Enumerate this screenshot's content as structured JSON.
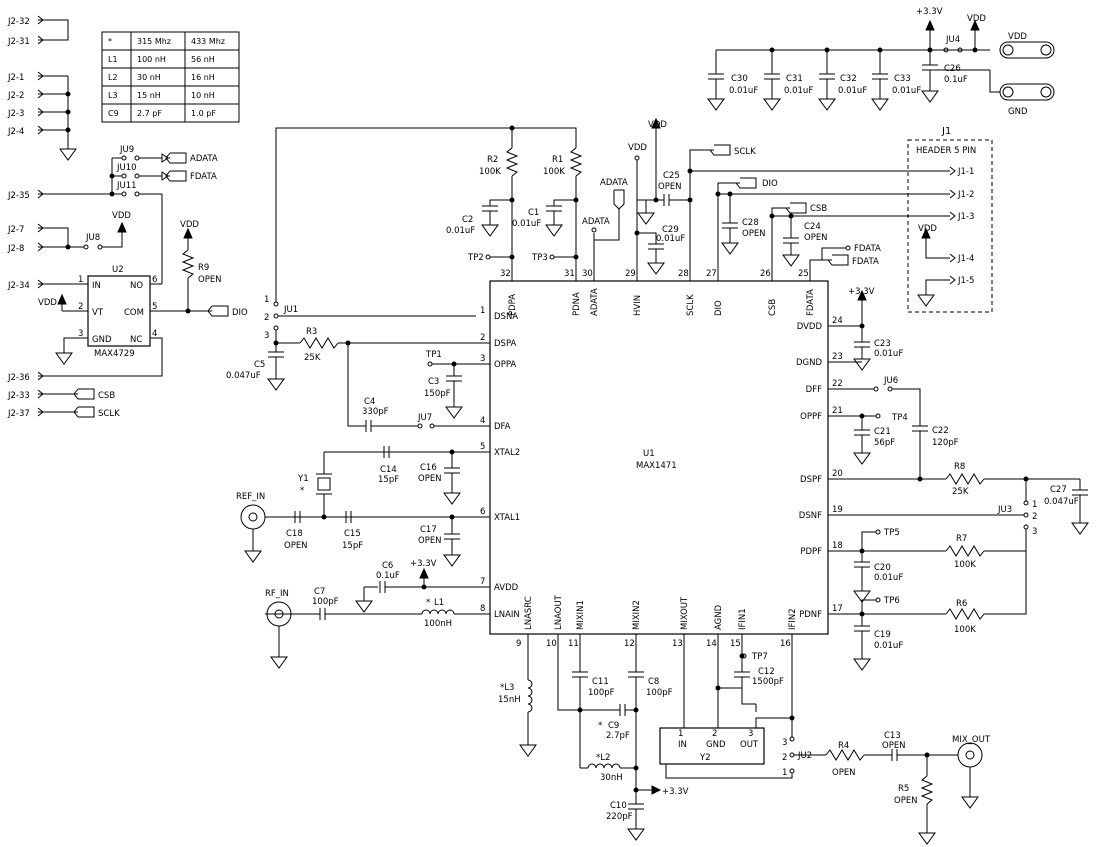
{
  "connector_labels": {
    "j2_32": "J2-32",
    "j2_31": "J2-31",
    "j2_1": "J2-1",
    "j2_2": "J2-2",
    "j2_3": "J2-3",
    "j2_4": "J2-4",
    "j2_35": "J2-35",
    "j2_7": "J2-7",
    "j2_8": "J2-8",
    "j2_34": "J2-34",
    "j2_36": "J2-36",
    "j2_33": "J2-33",
    "j2_37": "J2-37"
  },
  "component_table": {
    "header": [
      "*",
      "315 Mhz",
      "433 Mhz"
    ],
    "rows": [
      [
        "L1",
        "100 nH",
        "56 nH"
      ],
      [
        "L2",
        "30 nH",
        "16 nH"
      ],
      [
        "L3",
        "15 nH",
        "10 nH"
      ],
      [
        "C9",
        "2.7 pF",
        "1.0 pF"
      ]
    ]
  },
  "u2": {
    "name": "U2",
    "part": "MAX4729",
    "pins": {
      "in": "IN",
      "vt": "VT",
      "gnd": "GND",
      "no": "NO",
      "com": "COM",
      "nc": "NC"
    },
    "pin_numbers": {
      "in": "1",
      "vt": "2",
      "gnd": "3",
      "nc": "4",
      "com": "5",
      "no": "6"
    }
  },
  "u1": {
    "name": "U1",
    "part": "MAX1471",
    "left_pins": [
      "DSNA",
      "DSPA",
      "OPPA",
      "DFA",
      "XTAL2",
      "XTAL1",
      "AVDD",
      "LNAIN"
    ],
    "left_nums": [
      "1",
      "2",
      "3",
      "4",
      "5",
      "6",
      "7",
      "8"
    ],
    "top_pins": [
      "PDPA",
      "PDNA",
      "ADATA",
      "HVIN",
      "SCLK",
      "DIO",
      "CSB",
      "FDATA"
    ],
    "top_nums": [
      "32",
      "31",
      "30",
      "29",
      "28",
      "27",
      "26",
      "25"
    ],
    "right_pins": [
      "DVDD",
      "DGND",
      "DFF",
      "OPPF",
      "DSPF",
      "DSNF",
      "PDPF",
      "PDNF"
    ],
    "right_nums": [
      "24",
      "23",
      "22",
      "21",
      "20",
      "19",
      "18",
      "17"
    ],
    "bottom_pins": [
      "LNASRC",
      "LNAOUT",
      "MIXIN1",
      "MIXIN2",
      "MIXOUT",
      "AGND",
      "IFIN1",
      "IFIN2"
    ],
    "bottom_nums": [
      "9",
      "10",
      "11",
      "12",
      "13",
      "14",
      "15",
      "16"
    ]
  },
  "y2": {
    "name": "Y2",
    "pins": [
      "IN",
      "GND",
      "OUT"
    ],
    "nums": [
      "1",
      "2",
      "3"
    ]
  },
  "net_labels": {
    "vdd": "VDD",
    "v33": "+3.3V",
    "adata": "ADATA",
    "fdata": "FDATA",
    "dio": "DIO",
    "sclk": "SCLK",
    "csb": "CSB",
    "gnd": "GND",
    "ref_in": "REF_IN",
    "rf_in": "RF_IN",
    "mix_out": "MIX_OUT"
  },
  "header": {
    "ref": "J1",
    "title": "HEADER 5 PIN",
    "pins": [
      "J1-1",
      "J1-2",
      "J1-3",
      "J1-4",
      "J1-5"
    ]
  },
  "jumpers": {
    "ju1": "JU1",
    "ju2": "JU2",
    "ju3": "JU3",
    "ju4": "JU4",
    "ju6": "JU6",
    "ju7": "JU7",
    "ju8": "JU8",
    "ju9": "JU9",
    "ju10": "JU10",
    "ju11": "JU11"
  },
  "test_points": {
    "tp1": "TP1",
    "tp2": "TP2",
    "tp3": "TP3",
    "tp4": "TP4",
    "tp5": "TP5",
    "tp6": "TP6",
    "tp7": "TP7"
  },
  "components": {
    "c1": [
      "C1",
      "0.01uF"
    ],
    "c2": [
      "C2",
      "0.01uF"
    ],
    "c3": [
      "C3",
      "150pF"
    ],
    "c4": [
      "C4",
      "330pF"
    ],
    "c5": [
      "C5",
      "0.047uF"
    ],
    "c6": [
      "C6",
      "0.1uF"
    ],
    "c7": [
      "C7",
      "100pF"
    ],
    "c8": [
      "C8",
      "100pF"
    ],
    "c9": [
      "C9",
      "2.7pF"
    ],
    "c10": [
      "C10",
      "220pF"
    ],
    "c11": [
      "C11",
      "100pF"
    ],
    "c12": [
      "C12",
      "1500pF"
    ],
    "c13": [
      "C13",
      "OPEN"
    ],
    "c14": [
      "C14",
      "15pF"
    ],
    "c15": [
      "C15",
      "15pF"
    ],
    "c16": [
      "C16",
      "OPEN"
    ],
    "c17": [
      "C17",
      "OPEN"
    ],
    "c18": [
      "C18",
      "OPEN"
    ],
    "c19": [
      "C19",
      "0.01uF"
    ],
    "c20": [
      "C20",
      "0.01uF"
    ],
    "c21": [
      "C21",
      "56pF"
    ],
    "c22": [
      "C22",
      "120pF"
    ],
    "c23": [
      "C23",
      "0.01uF"
    ],
    "c24": [
      "C24",
      "OPEN"
    ],
    "c25": [
      "C25",
      "OPEN"
    ],
    "c26": [
      "C26",
      "0.1uF"
    ],
    "c27": [
      "C27",
      "0.047uF"
    ],
    "c28": [
      "C28",
      "OPEN"
    ],
    "c29": [
      "C29",
      "0.01uF"
    ],
    "c30": [
      "C30",
      "0.01uF"
    ],
    "c31": [
      "C31",
      "0.01uF"
    ],
    "c32": [
      "C32",
      "0.01uF"
    ],
    "c33": [
      "C33",
      "0.01uF"
    ],
    "r1": [
      "R1",
      "100K"
    ],
    "r2": [
      "R2",
      "100K"
    ],
    "r3": [
      "R3",
      "25K"
    ],
    "r4": [
      "R4",
      "OPEN"
    ],
    "r5": [
      "R5",
      "OPEN"
    ],
    "r6": [
      "R6",
      "100K"
    ],
    "r7": [
      "R7",
      "100K"
    ],
    "r8": [
      "R8",
      "25K"
    ],
    "r9": [
      "R9",
      "OPEN"
    ],
    "l1": [
      "L1",
      "100nH"
    ],
    "l2": [
      "L2",
      "30nH"
    ],
    "l3": [
      "L3",
      "15nH"
    ],
    "y1": [
      "Y1",
      "*"
    ]
  }
}
